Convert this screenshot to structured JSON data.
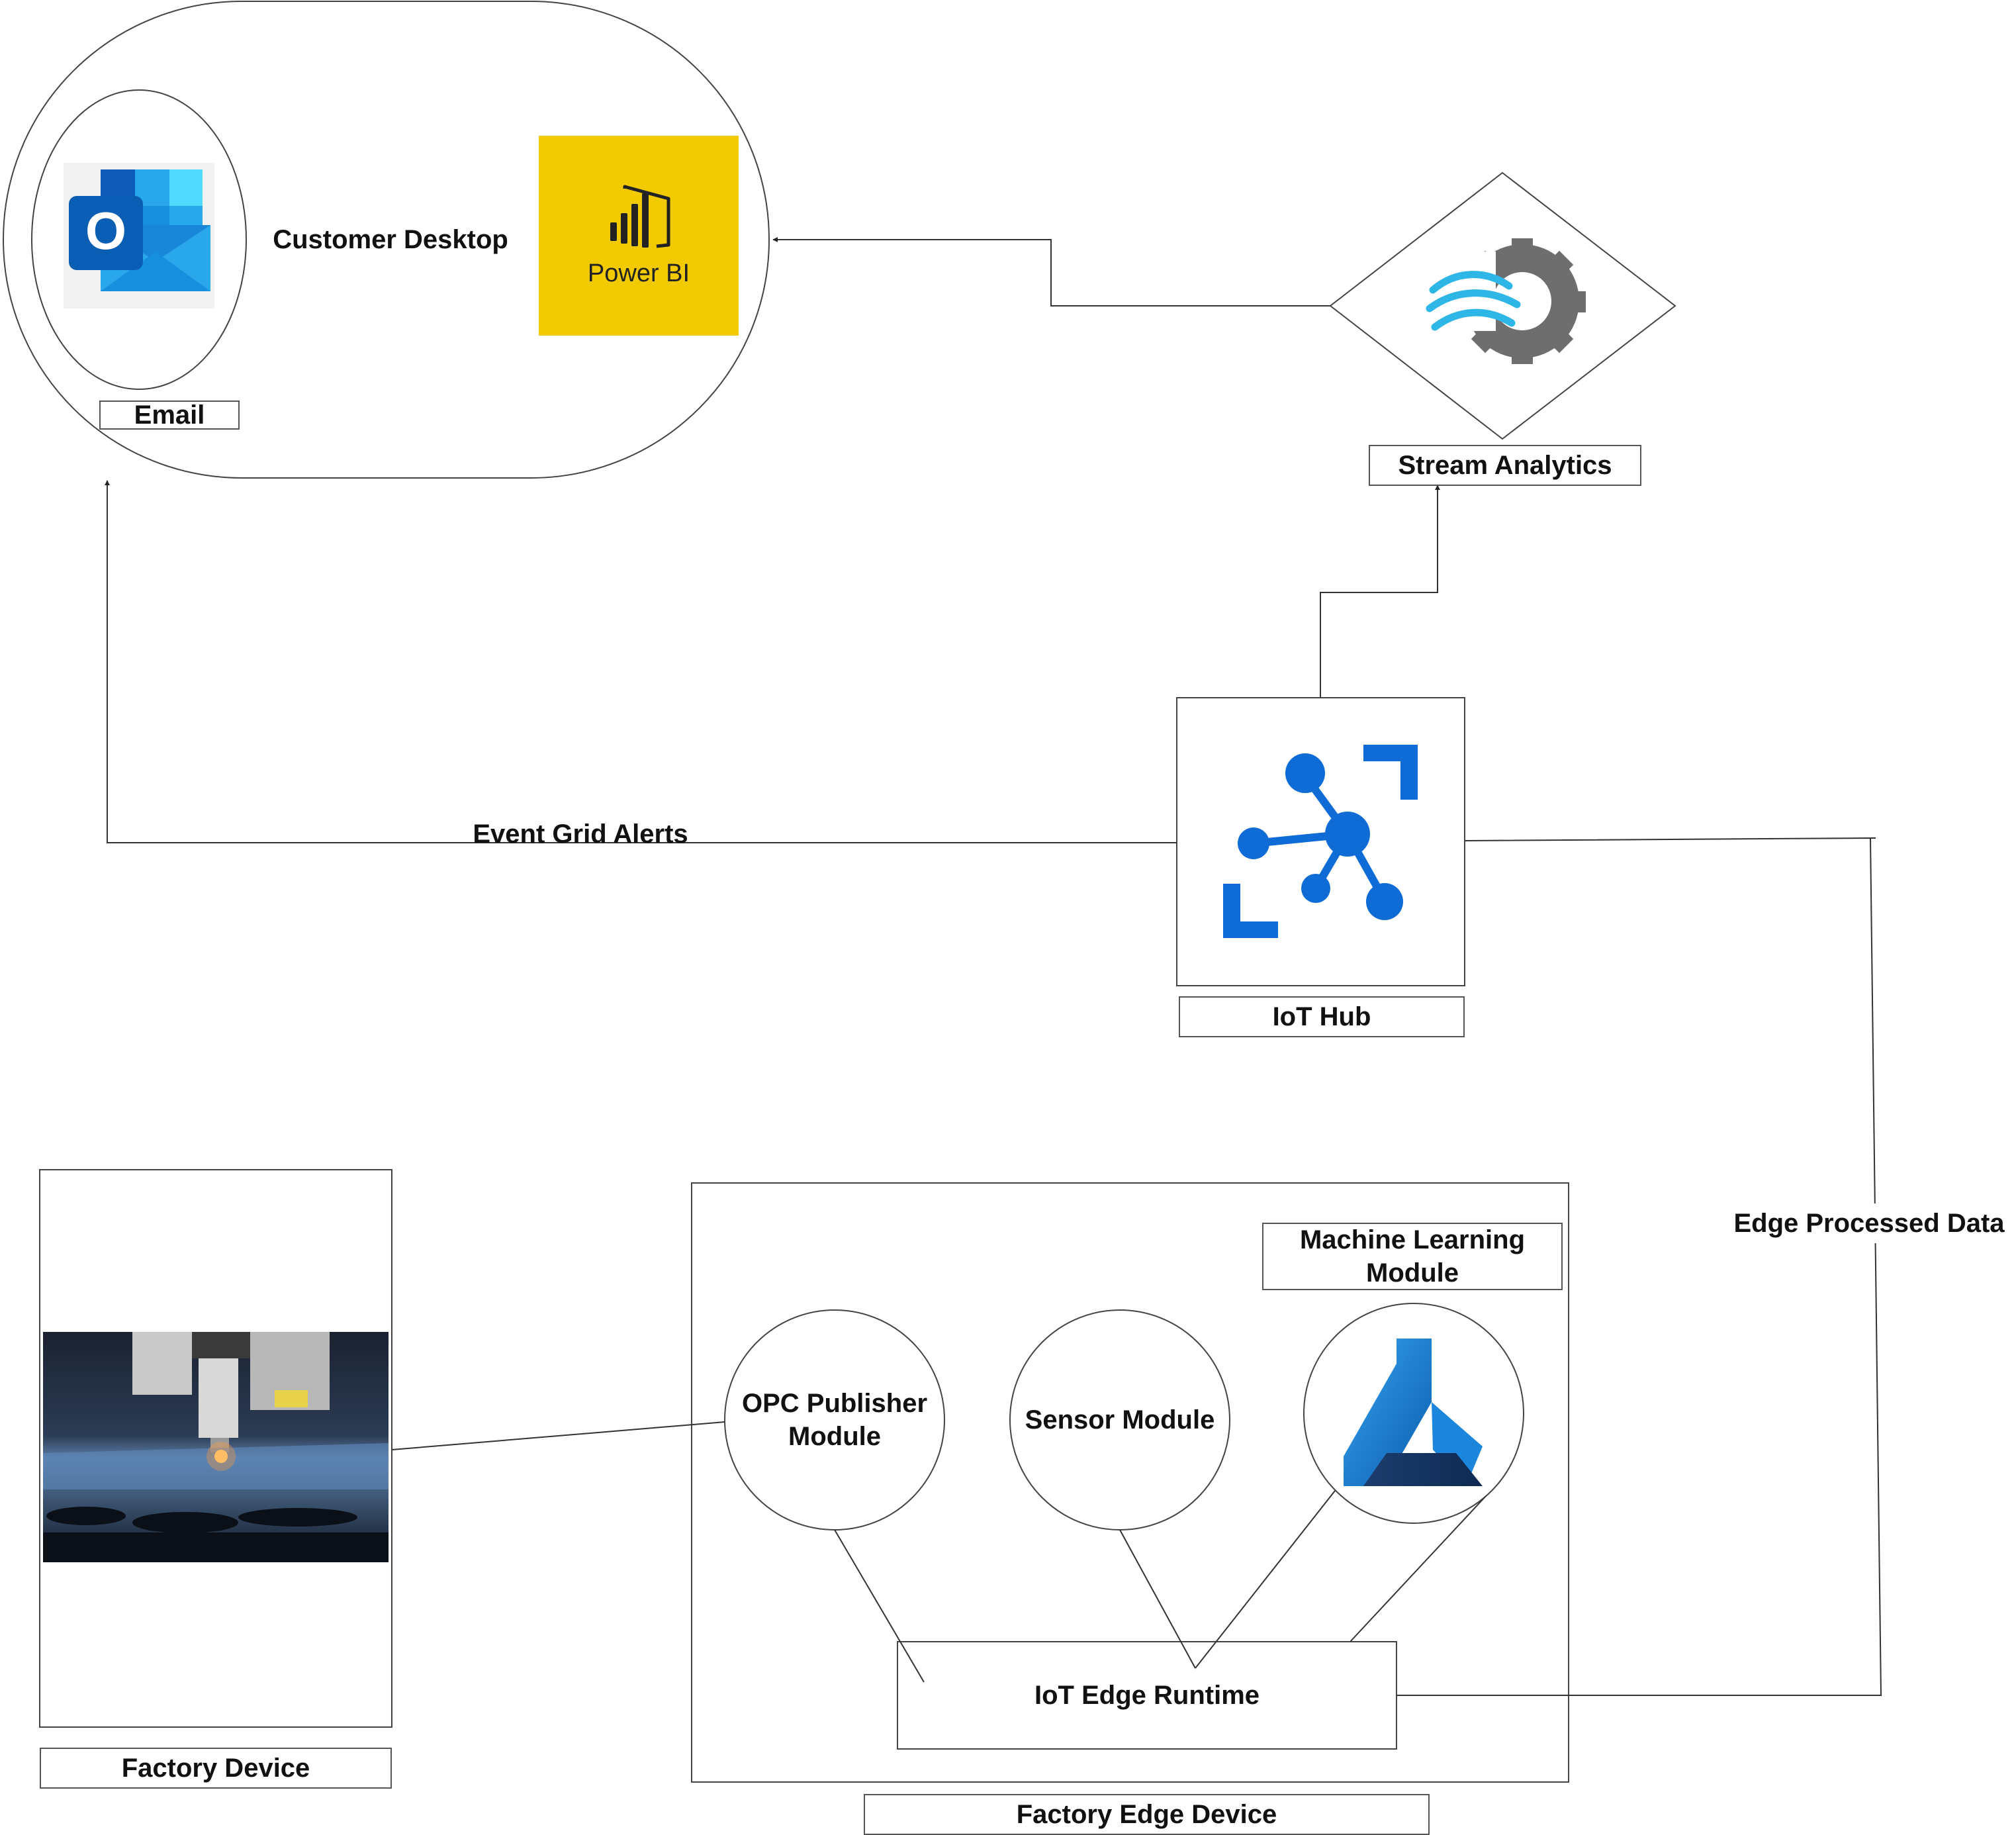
{
  "diagram": {
    "customer_desktop": {
      "title": "Customer Desktop",
      "email_label": "Email"
    },
    "powerbi": {
      "text": "Power BI",
      "bg_color": "#F2CA00",
      "icon": "powerbi-icon"
    },
    "outlook": {
      "letter": "O",
      "icon": "outlook-icon"
    },
    "stream_analytics": {
      "label": "Stream Analytics",
      "icon": "stream-analytics-gear-icon"
    },
    "iot_hub": {
      "label": "IoT Hub",
      "icon": "iot-hub-icon"
    },
    "event_grid": {
      "label": "Event Grid Alerts"
    },
    "edge_processed": {
      "label": "Edge Processed Data"
    },
    "factory_device": {
      "label": "Factory Device",
      "image": "laser-cutter-photo"
    },
    "factory_edge_device": {
      "label": "Factory Edge Device",
      "ml_label_line1": "Machine Learning",
      "ml_label_line2": "Module",
      "opc_line1": "OPC Publisher",
      "opc_line2": "Module",
      "sensor": "Sensor Module",
      "runtime": "IoT Edge Runtime",
      "ml_icon": "machine-learning-icon"
    },
    "colors": {
      "azure_blue": "#0F6CD6",
      "line": "#333333",
      "wave_blue": "#2EB6E6",
      "gear_gray": "#6E6E6E"
    }
  }
}
